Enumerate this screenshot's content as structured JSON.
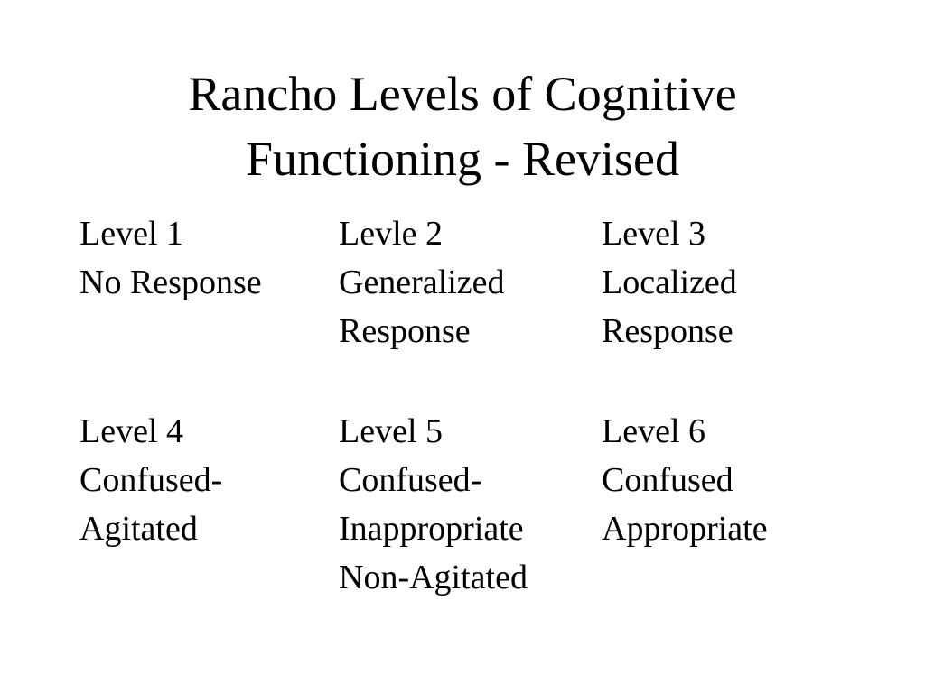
{
  "slide": {
    "title_lines": [
      "Rancho Levels of Cognitive",
      "Functioning - Revised"
    ],
    "levels": [
      {
        "label": "Level 1",
        "description": [
          "No Response"
        ]
      },
      {
        "label": "Levle 2",
        "description": [
          "Generalized",
          "Response"
        ]
      },
      {
        "label": "Level 3",
        "description": [
          "Localized",
          "Response"
        ]
      },
      {
        "label": "Level 4",
        "description": [
          "Confused-",
          "Agitated"
        ]
      },
      {
        "label": "Level 5",
        "description": [
          "Confused-",
          "Inappropriate",
          "Non-Agitated"
        ]
      },
      {
        "label": "Level 6",
        "description": [
          "Confused",
          "Appropriate"
        ]
      }
    ]
  }
}
